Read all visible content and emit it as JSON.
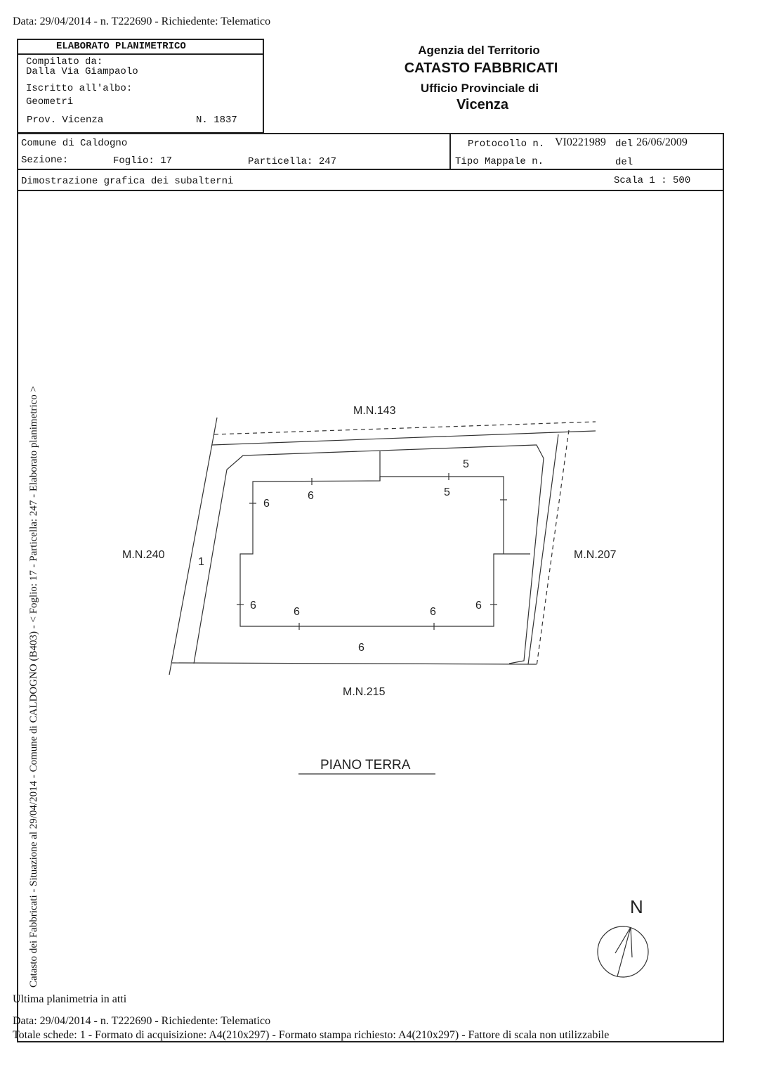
{
  "header_line": "Data: 29/04/2014 - n. T222690 - Richiedente: Telematico",
  "elaborato": {
    "title": "ELABORATO PLANIMETRICO",
    "compilato_label": "Compilato da:",
    "compilato_name": "Dalla Via Giampaolo",
    "iscritto_label": "Iscritto all'albo:",
    "iscritto_value": "Geometri",
    "prov": "Prov. Vicenza",
    "numero": "N.  1837"
  },
  "agency": {
    "line1": "Agenzia del Territorio",
    "line2": "CATASTO FABBRICATI",
    "line3": "Ufficio Provinciale di",
    "line4": "Vicenza"
  },
  "info": {
    "comune": "Comune di Caldogno",
    "sezione": "Sezione:",
    "foglio": "Foglio: 17",
    "particella": "Particella: 247",
    "protocollo_label": "Protocollo n.",
    "protocollo_value": "VI0221989",
    "del_label": "del",
    "protocollo_date": "26/06/2009",
    "tipo_mappale": "Tipo Mappale n.",
    "del2": "del"
  },
  "demo_title": "Dimostrazione grafica dei subalterni",
  "scala": "Scala 1 : 500",
  "side_text": "Catasto dei Fabbricati - Situazione al 29/04/2014 - Comune di CALDOGNO (B403) - < Foglio: 17 - Particella: 247 - Elaborato planimetrico >",
  "plan": {
    "mn_north": "M.N.143",
    "mn_west": "M.N.240",
    "mn_east": "M.N.207",
    "mn_south": "M.N.215",
    "sub_1": "1",
    "sub_5a": "5",
    "sub_5b": "5",
    "sub_6_list": [
      "6",
      "6",
      "6",
      "6",
      "6",
      "6",
      "6"
    ],
    "floor_label": "PIANO TERRA",
    "north": "N"
  },
  "footer": {
    "ultima": "Ultima planimetria in atti",
    "data_line": "Data: 29/04/2014 - n. T222690 - Richiedente: Telematico",
    "totale_line": "Totale schede: 1 - Formato di acquisizione: A4(210x297)  - Formato stampa richiesto: A4(210x297) - Fattore di scala non utilizzabile"
  }
}
